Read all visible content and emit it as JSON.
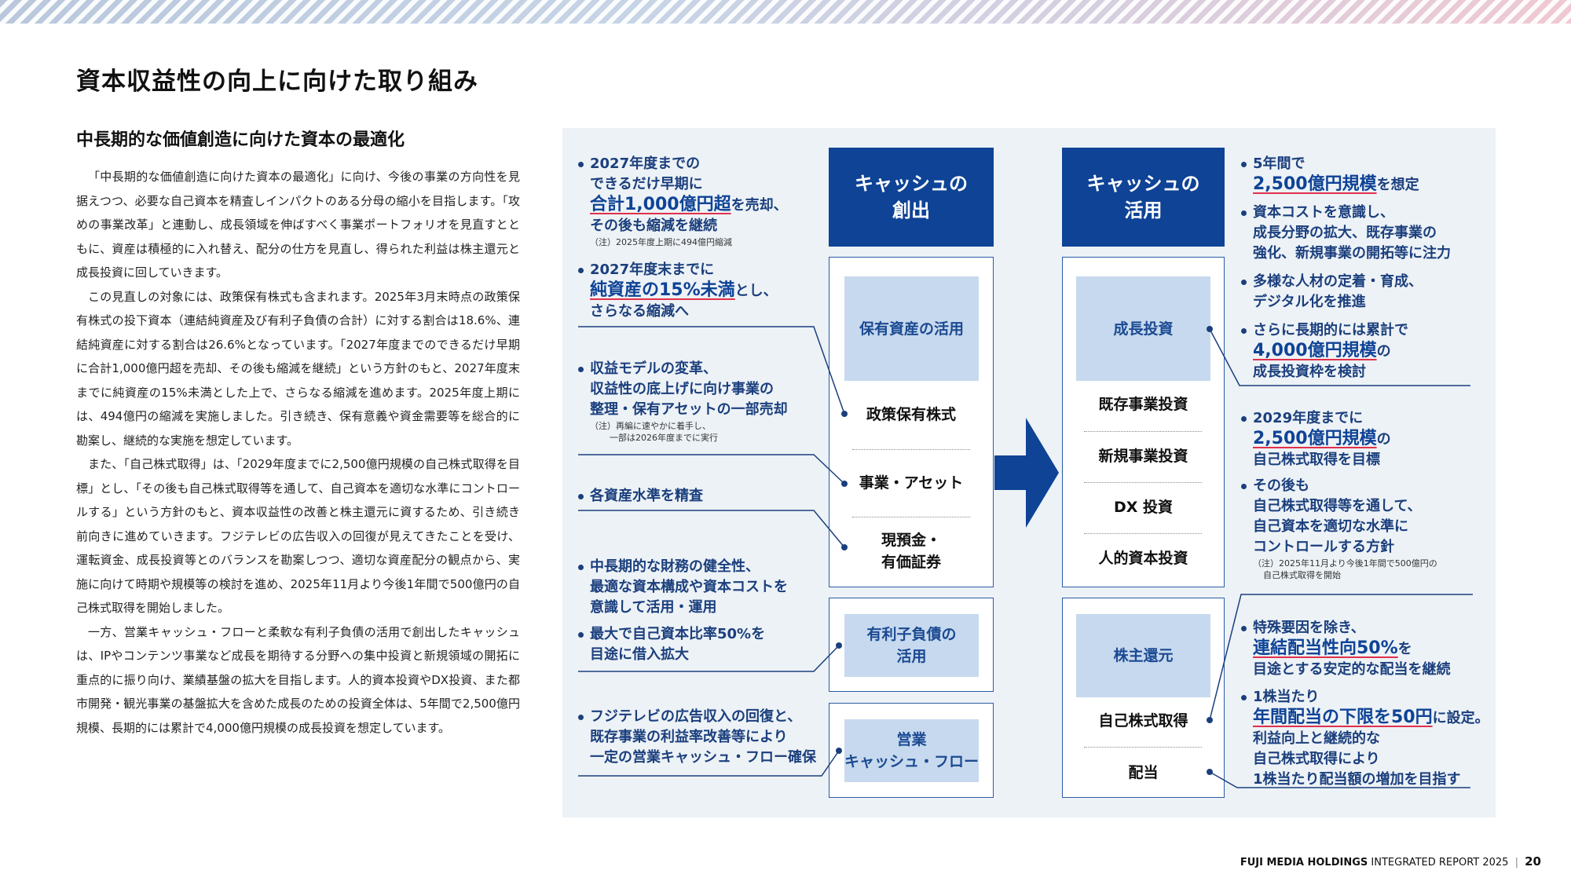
{
  "title": "資本収益性の向上に向けた取り組み",
  "subtitle": "中長期的な価値創造に向けた資本の最適化",
  "paragraphs": [
    "「中長期的な価値創造に向けた資本の最適化」に向け、今後の事業の方向性を見据えつつ、必要な自己資本を精査しインパクトのある分母の縮小を目指します。「攻めの事業改革」と連動し、成長領域を伸ばすべく事業ポートフォリオを見直すとともに、資産は積極的に入れ替え、配分の仕方を見直し、得られた利益は株主還元と成長投資に回していきます。",
    "この見直しの対象には、政策保有株式も含まれます。2025年3月末時点の政策保有株式の投下資本（連結純資産及び有利子負債の合計）に対する割合は18.6%、連結純資産に対する割合は26.6%となっています。「2027年度までのできるだけ早期に合計1,000億円超を売却、その後も縮減を継続」という方針のもと、2027年度末までに純資産の15%未満とした上で、さらなる縮減を進めます。2025年度上期には、494億円の縮減を実施しました。引き続き、保有意義や資金需要等を総合的に勘案し、継続的な実施を想定しています。",
    "また、「自己株式取得」は、「2029年度までに2,500億円規模の自己株式取得を目標」とし、「その後も自己株式取得等を通して、自己資本を適切な水準にコントロールする」という方針のもと、資本収益性の改善と株主還元に資するため、引き続き前向きに進めていきます。フジテレビの広告収入の回復が見えてきたことを受け、運転資金、成長投資等とのバランスを勘案しつつ、適切な資産配分の観点から、実施に向けて時期や規模等の検討を進め、2025年11月より今後1年間で500億円の自己株式取得を開始しました。",
    "一方、営業キャッシュ・フローと柔軟な有利子負債の活用で創出したキャッシュは、IPやコンテンツ事業など成長を期待する分野への集中投資と新規領域の開拓に重点的に振り向け、業績基盤の拡大を目指します。人的資本投資やDX投資、また都市開発・観光事業の基盤拡大を含めた成長のための投資全体は、5年間で2,500億円規模、長期的には累計で4,000億円規模の成長投資を想定しています。"
  ],
  "diagram": {
    "header_left": "キャッシュの\n創出",
    "header_right": "キャッシュの\n活用",
    "left_group1_label": "保有資産の活用",
    "left_group1_items": [
      "政策保有株式",
      "事業・アセット",
      "現預金・\n有価証券"
    ],
    "left_group2_label": "有利子負債の\n活用",
    "left_group3_label": "営業\nキャッシュ・フロー",
    "right_group1_label": "成長投資",
    "right_group1_items": [
      "既存事業投資",
      "新規事業投資",
      "DX 投資",
      "人的資本投資"
    ],
    "right_group2_label": "株主還元",
    "right_group2_items": [
      "自己株式取得",
      "配当"
    ],
    "left_notes": {
      "n1_pre": [
        "2027年度までの",
        "できるだけ早期に"
      ],
      "n1_big": "合計1,000億円超",
      "n1_post": "を売却、",
      "n1_last": "その後も縮減を継続",
      "n1_note": "（注）2025年度上期に494億円縮減",
      "n2_pre": "2027年度末までに",
      "n2_big": "純資産の15%未満",
      "n2_post": "とし、",
      "n2_last": "さらなる縮減へ",
      "n3_lines": [
        "収益モデルの変革、",
        "収益性の底上げに向け事業の",
        "整理・保有アセットの一部売却"
      ],
      "n3_note": [
        "（注）再編に速やかに着手し、",
        "一部は2026年度までに実行"
      ],
      "n4": "各資産水準を精査",
      "n5_lines": [
        "中長期的な財務の健全性、",
        "最適な資本構成や資本コストを",
        "意識して活用・運用"
      ],
      "n6_lines": [
        "最大で自己資本比率50%を",
        "目途に借入拡大"
      ],
      "n7_lines": [
        "フジテレビの広告収入の回復と、",
        "既存事業の利益率改善等により",
        "一定の営業キャッシュ・フロー確保"
      ]
    },
    "right_notes": {
      "r1_pre": "5年間で",
      "r1_big": "2,500億円規模",
      "r1_post": "を想定",
      "r2_lines": [
        "資本コストを意識し、",
        "成長分野の拡大、既存事業の",
        "強化、新規事業の開拓等に注力"
      ],
      "r3_lines": [
        "多様な人材の定着・育成、",
        "デジタル化を推進"
      ],
      "r4_pre": "さらに長期的には累計で",
      "r4_big": "4,000億円規模",
      "r4_post": "の",
      "r4_last": "成長投資枠を検討",
      "r5_pre": "2029年度までに",
      "r5_big": "2,500億円規模",
      "r5_post": "の",
      "r5_last": "自己株式取得を目標",
      "r6_lines": [
        "その後も",
        "自己株式取得等を通して、",
        "自己資本を適切な水準に",
        "コントロールする方針"
      ],
      "r6_note": [
        "（注）2025年11月より今後1年間で500億円の",
        "自己株式取得を開始"
      ],
      "r7_pre": "特殊要因を除き、",
      "r7_big": "連結配当性向50%",
      "r7_post": "を",
      "r7_last": "目途とする安定的な配当を継続",
      "r8_pre": "1株当たり",
      "r8_big": "年間配当の下限を50円",
      "r8_post": "に設定。",
      "r8_lines": [
        "利益向上と継続的な",
        "自己株式取得により",
        "1株当たり配当額の増加を目指す"
      ]
    }
  },
  "footer": {
    "company": "FUJI MEDIA HOLDINGS",
    "report": "INTEGRATED REPORT 2025",
    "separator": "|",
    "page": "20"
  },
  "colors": {
    "navy": "#0e4396",
    "light_blue": "#c7d9ee",
    "panel_bg": "#edf2f6",
    "accent_red": "#e0314b"
  }
}
